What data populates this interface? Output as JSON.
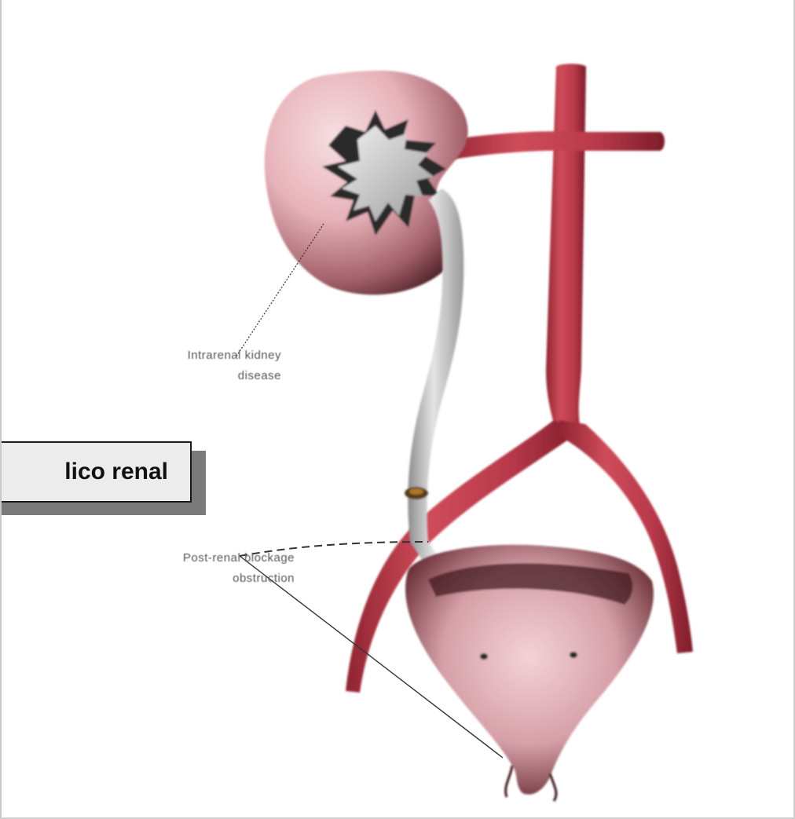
{
  "diagram": {
    "caption": "lico renal",
    "labels": {
      "intrarenal": [
        "Intrarenal kidney",
        "disease"
      ],
      "postrenal": [
        "Post-renal blockage",
        "obstruction"
      ]
    },
    "colors": {
      "kidney": "#d9a0a8",
      "kidney_dark": "#5a2a30",
      "artery": "#b53a48",
      "ureter": "#c9c9c9",
      "bladder": "#c98f98",
      "caption_bg": "#ececec"
    }
  }
}
